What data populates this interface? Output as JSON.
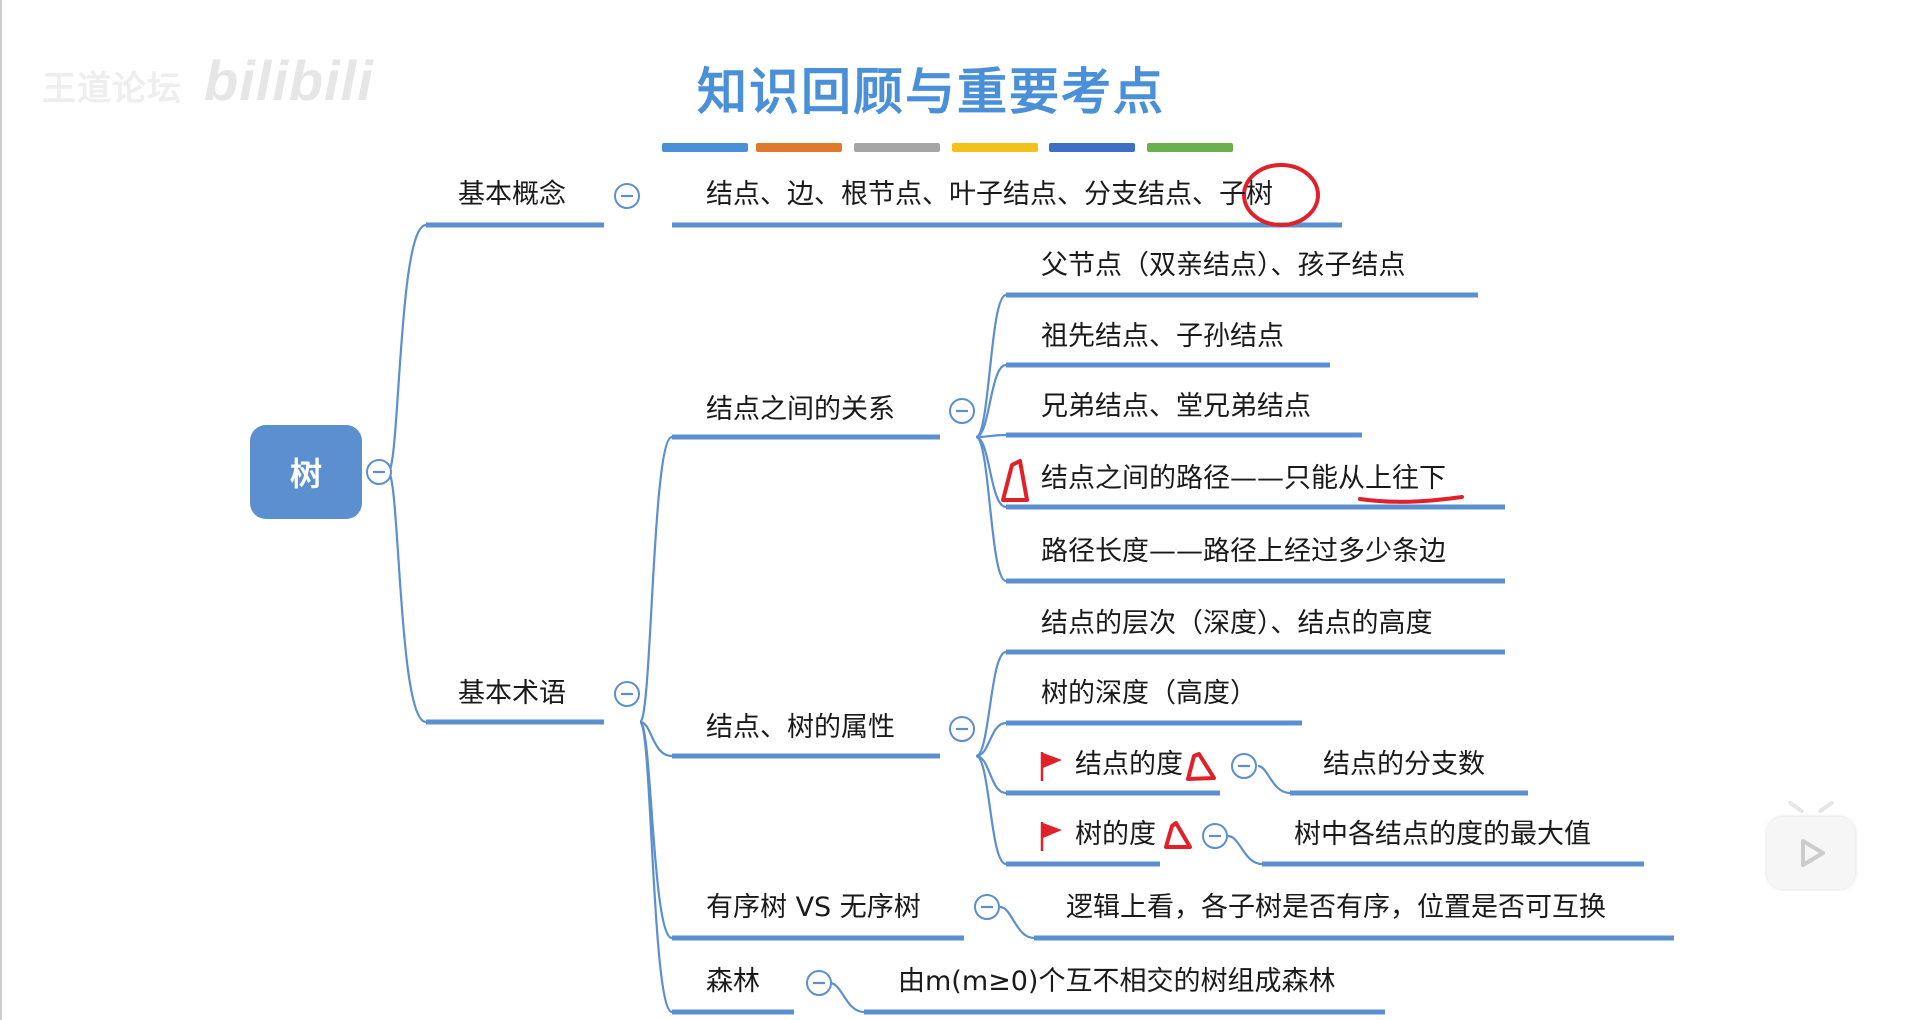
{
  "title": "知识回顾与重要考点",
  "watermark": {
    "text": "王道论坛",
    "brand": "bilibili"
  },
  "root": "树",
  "basic_concept": {
    "label": "基本概念",
    "content": "结点、边、根节点、叶子结点、分支结点、子树"
  },
  "basic_terms": {
    "label": "基本术语",
    "relations": {
      "label": "结点之间的关系",
      "items": [
        "父节点（双亲结点）、孩子结点",
        "祖先结点、子孙结点",
        "兄弟结点、堂兄弟结点",
        "结点之间的路径——只能从上往下",
        "路径长度——路径上经过多少条边"
      ]
    },
    "attributes": {
      "label": "结点、树的属性",
      "items": [
        "结点的层次（深度）、结点的高度",
        "树的深度（高度）"
      ],
      "node_degree": {
        "label": "结点的度",
        "detail": "结点的分支数"
      },
      "tree_degree": {
        "label": "树的度",
        "detail": "树中各结点的度的最大值"
      }
    },
    "ordered": {
      "label": "有序树 VS 无序树",
      "detail": "逻辑上看，各子树是否有序，位置是否可互换"
    },
    "forest": {
      "label": "森林",
      "detail": "由m(m≥0)个互不相交的树组成森林"
    }
  },
  "colors": {
    "title": "#4a90d9",
    "line": "#5b8fd0",
    "root_fill": "#5b8fd0",
    "annotation": "#e0212a",
    "flag": "#e0212a",
    "stripes": [
      "#4a90d9",
      "#e0792b",
      "#a5a5a5",
      "#f2c21b",
      "#3f6fc4",
      "#6ab04c"
    ]
  },
  "icons": [
    "collapse-icon",
    "flag-icon",
    "play-icon"
  ]
}
